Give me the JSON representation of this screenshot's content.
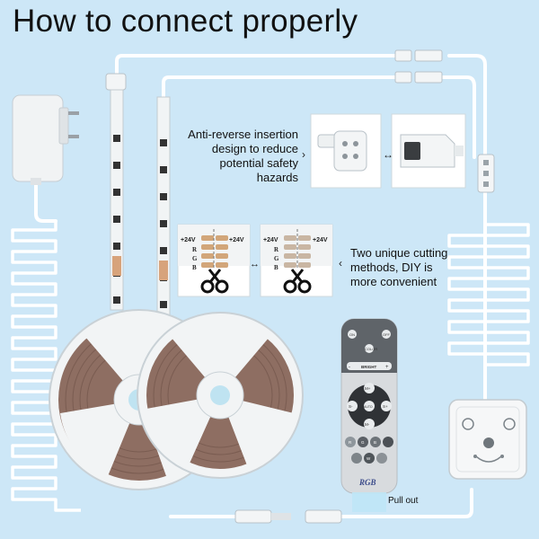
{
  "title": "How to connect properly",
  "callouts": {
    "anti_reverse": "Anti-reverse insertion design to reduce potential safety hazards",
    "cutting": "Two unique cutting methods, DIY is more convenient",
    "pull_out": "Pull out"
  },
  "pad_labels": {
    "plus24v_left": "+24V",
    "plus24v_right": "+24V",
    "r": "R",
    "g": "G",
    "b": "B"
  },
  "remote": {
    "on": "ON",
    "off": "OFF",
    "color": "COLOR",
    "bright": "BRIGHT",
    "minus": "-",
    "plus": "+",
    "m_plus": "M+",
    "m_minus": "M-",
    "s_minus": "S-",
    "s_plus": "S+",
    "auto": "AUTO",
    "r": "R",
    "g": "G",
    "b": "B",
    "w": "W",
    "brand": "RGB"
  },
  "colors": {
    "background": "#cde7f7",
    "cable": "#ffffff",
    "strip": "#eef2f4",
    "reel_core": "#8a6a5e",
    "remote_body": "#d9dcdf",
    "remote_top": "#5f6368"
  }
}
